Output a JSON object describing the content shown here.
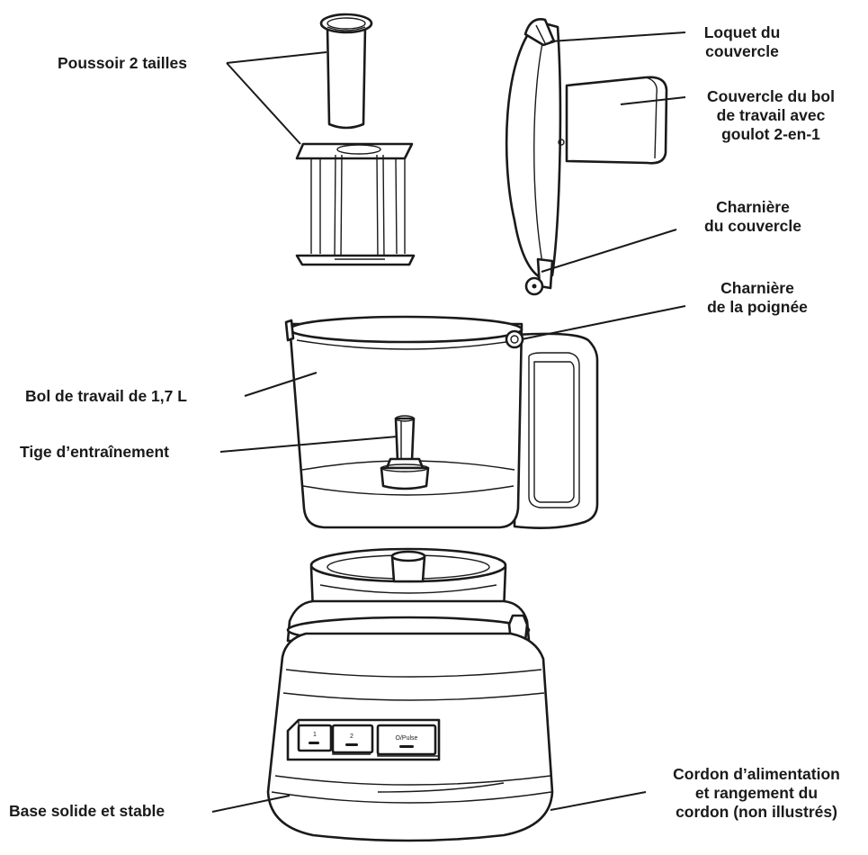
{
  "labels": {
    "pusher": [
      "Poussoir 2 tailles"
    ],
    "lid_latch": [
      "Loquet du",
      "couvercle"
    ],
    "lid": [
      "Couvercle du bol",
      "de travail avec",
      "goulot 2-en-1"
    ],
    "lid_hinge": [
      "Charnière",
      "du couvercle"
    ],
    "handle_hinge": [
      "Charnière",
      "de la poignée"
    ],
    "bowl": [
      "Bol de travail de 1,7 L"
    ],
    "drive_shaft": [
      "Tige d’entraînement"
    ],
    "cord": [
      "Cordon d’alimentation",
      "et rangement du",
      "cordon (non illustrés)"
    ],
    "base": [
      "Base solide et stable"
    ]
  },
  "buttons": [
    {
      "label": "1"
    },
    {
      "label": "2"
    },
    {
      "label": "O/Pulse"
    }
  ]
}
